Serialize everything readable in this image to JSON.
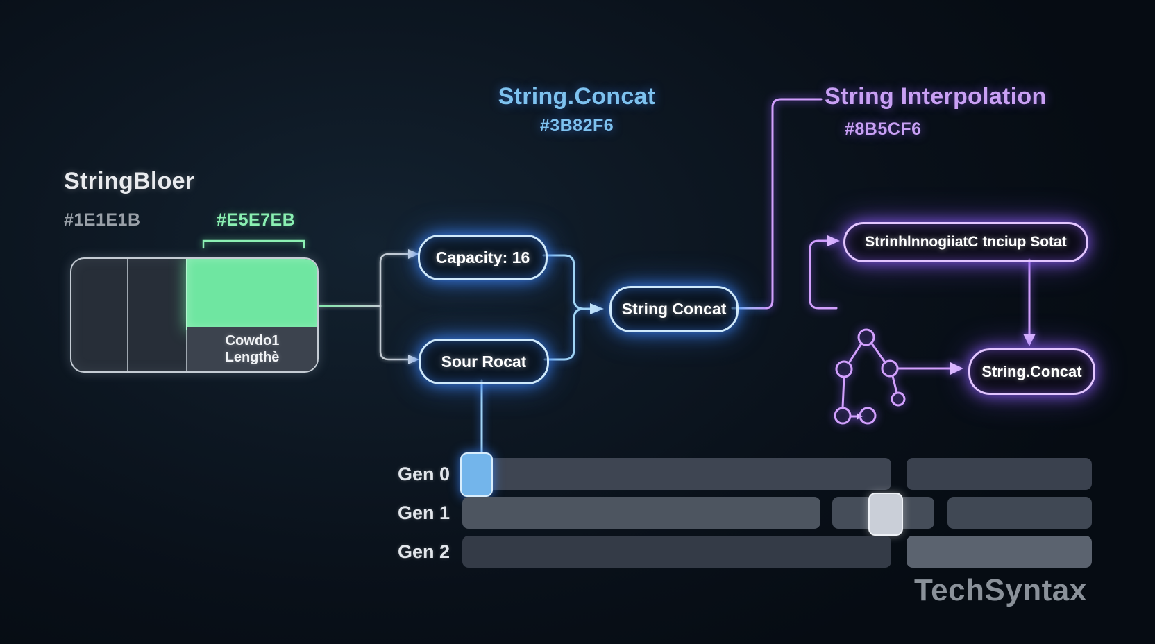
{
  "titles": {
    "builder": {
      "label": "StringBloer",
      "hex": "#1E1E1B",
      "hex_green": "#E5E7EB"
    },
    "concat": {
      "label": "String.Concat",
      "hex": "#3B82F6"
    },
    "interpolation": {
      "label": "String Interpolation",
      "hex": "#8B5CF6"
    }
  },
  "memory_box": {
    "cell_line1": "Cowdo1",
    "cell_line2": "Lengthè"
  },
  "pills": {
    "capacity": "Capacity: 16",
    "source": "Sour Rocat",
    "concat_center": "String Concat",
    "interp_result": "StrinhlnnogiiatC tnciup Sotat",
    "concat_purple": "String.Concat"
  },
  "gc": {
    "rows": [
      {
        "label": "Gen 0"
      },
      {
        "label": "Gen 1"
      },
      {
        "label": "Gen 2"
      }
    ]
  },
  "watermark": "TechSyntax",
  "colors": {
    "blue": "#3B82F6",
    "purple": "#8B5CF6",
    "green": "#E5E7EB",
    "dark": "#1E1E1B"
  }
}
